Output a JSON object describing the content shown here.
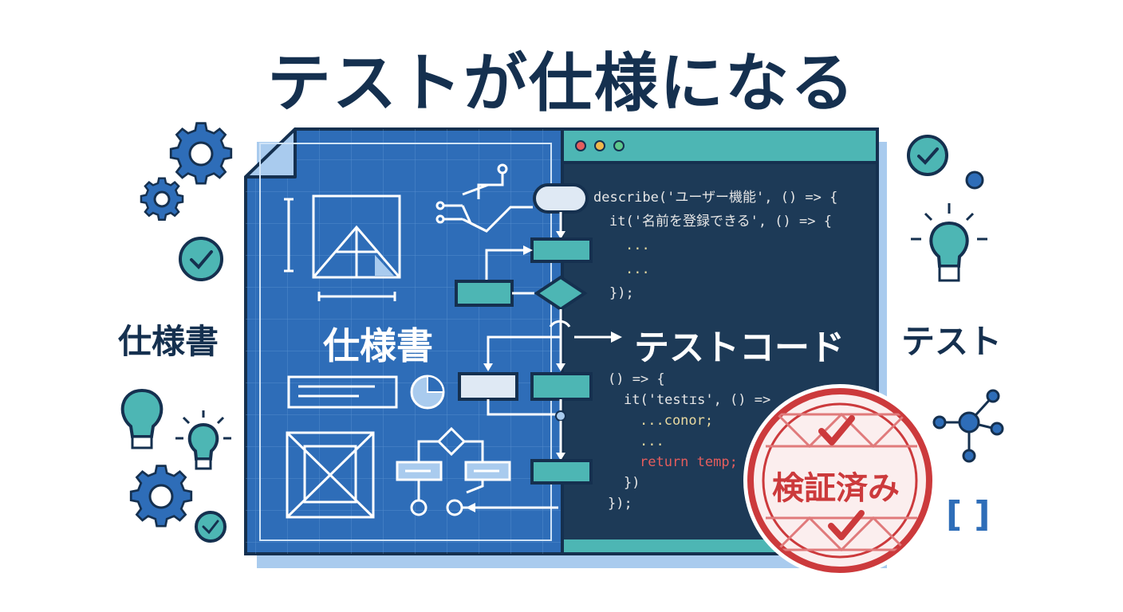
{
  "title": "テストが仕様になる",
  "left_label": "仕様書",
  "right_label": "テスト",
  "blueprint": {
    "label": "仕様書"
  },
  "transition_label": "テストコード",
  "editor": {
    "code_top": [
      {
        "text": "describe('ユーザー機能', () => {",
        "indent": 0
      },
      {
        "text": "it('名前を登録できる', () => {",
        "indent": 1
      },
      {
        "text": "...",
        "indent": 2
      },
      {
        "text": "...",
        "indent": 2
      },
      {
        "text": "});",
        "indent": 1
      }
    ],
    "code_bottom": [
      {
        "text": "() => {",
        "indent": 0
      },
      {
        "text": "it('testɪs', () =>",
        "indent": 1
      },
      {
        "text": "...conor;",
        "indent": 2
      },
      {
        "text": "...",
        "indent": 2
      },
      {
        "text": "return temp;",
        "indent": 2
      },
      {
        "text": "})",
        "indent": 1
      },
      {
        "text": "});",
        "indent": 0
      }
    ]
  },
  "stamp": {
    "text": "検証済み"
  },
  "brackets": "[ ]",
  "colors": {
    "navy": "#15304f",
    "blueprint": "#2e6db8",
    "editor_bg": "#1d3a57",
    "teal": "#4db6b4",
    "stamp_red": "#cc3a3c"
  }
}
